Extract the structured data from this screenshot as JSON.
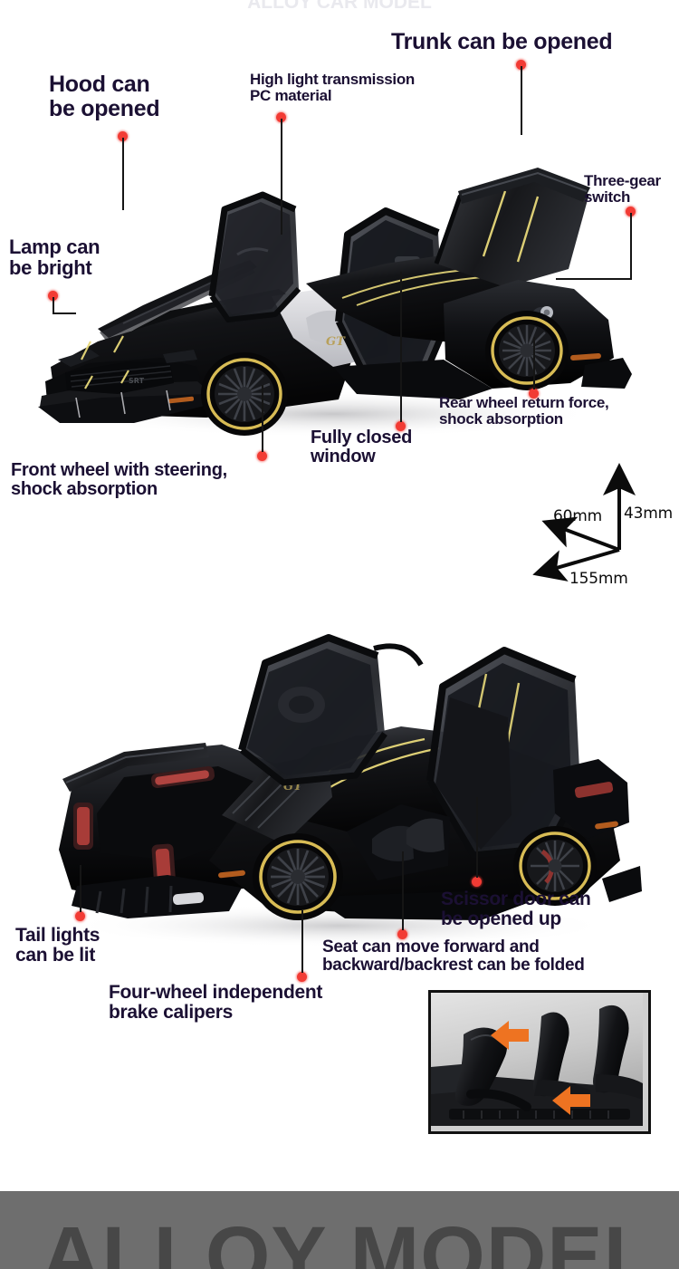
{
  "page": {
    "top_cut_text": "ALLOY CAR MODEL",
    "background_color": "#ffffff",
    "label_color": "#1b1033",
    "dot_color": "#f23b34",
    "leader_color": "#151515",
    "banner_color": "#6e6e6e",
    "banner_text_color": "#474747",
    "arrow_color": "#ee7321"
  },
  "callouts": {
    "hood": {
      "text": "Hood can\nbe opened",
      "font_size": 25
    },
    "high_light": {
      "text": "High light transmission\nPC material",
      "font_size": 17
    },
    "trunk": {
      "text": "Trunk can be opened",
      "font_size": 25
    },
    "three_gear": {
      "text": "Three-gear\nswitch",
      "font_size": 17
    },
    "lamp": {
      "text": "Lamp can\nbe bright",
      "font_size": 22
    },
    "front_wheel": {
      "text": "Front wheel with steering,\nshock absorption",
      "font_size": 20
    },
    "fully_closed": {
      "text": "Fully closed\nwindow",
      "font_size": 20
    },
    "rear_wheel": {
      "text": "Rear wheel return force,\nshock absorption",
      "font_size": 17
    },
    "tail_lights": {
      "text": "Tail lights\ncan be lit",
      "font_size": 21
    },
    "four_wheel": {
      "text": "Four-wheel independent\nbrake calipers",
      "font_size": 21
    },
    "seat_move": {
      "text": "Seat can move forward and\nbackward/backrest can be folded",
      "font_size": 19
    },
    "scissor_door": {
      "text": "Scissor door can\nbe opened up",
      "font_size": 21
    }
  },
  "dimensions": {
    "height": "43mm",
    "width": "60mm",
    "length": "155mm"
  },
  "banner": {
    "title": "ALLOY MODEL"
  },
  "product": {
    "car_color": "#0b0b0d",
    "wheel_rim_color": "#d8bc55",
    "stripe_color": "#e8d97a",
    "taillight_color": "#b03a33"
  }
}
